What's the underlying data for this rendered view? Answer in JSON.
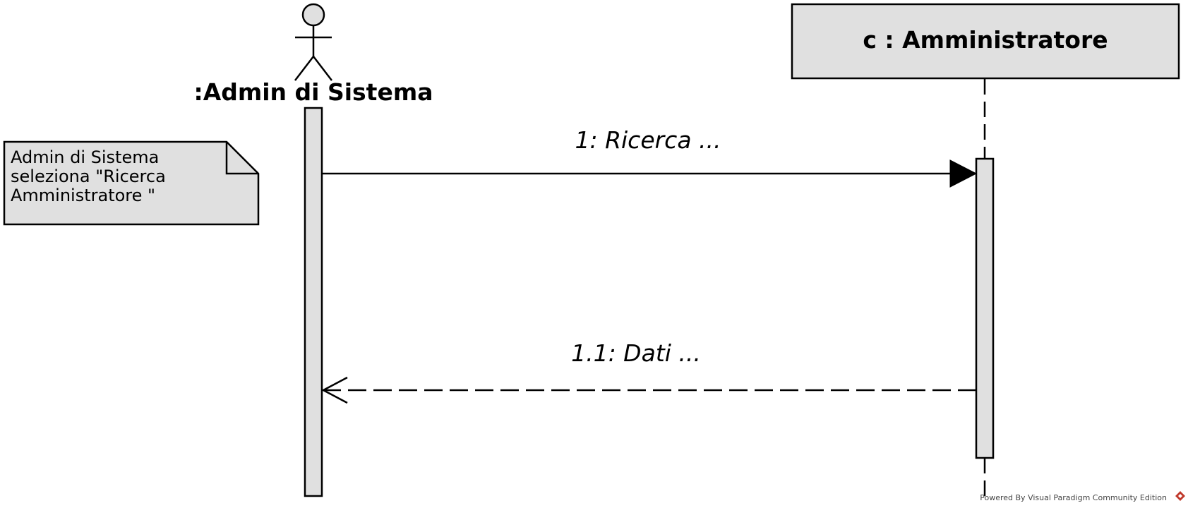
{
  "diagram": {
    "type": "sequence",
    "actor": {
      "label": ":Admin di Sistema"
    },
    "object": {
      "label": "c : Amministratore"
    },
    "messages": [
      {
        "label": "1: Ricerca ...",
        "kind": "synchronous"
      },
      {
        "label": "1.1: Dati ...",
        "kind": "return"
      }
    ],
    "note": {
      "lines": [
        "Admin di Sistema",
        "seleziona \"Ricerca",
        "Amministratore \""
      ]
    }
  },
  "watermark": {
    "text": "Powered By Visual Paradigm Community Edition"
  },
  "colors": {
    "fill": "#e0e0e0",
    "stroke": "#000000",
    "watermark_icon": "#c0392b"
  }
}
